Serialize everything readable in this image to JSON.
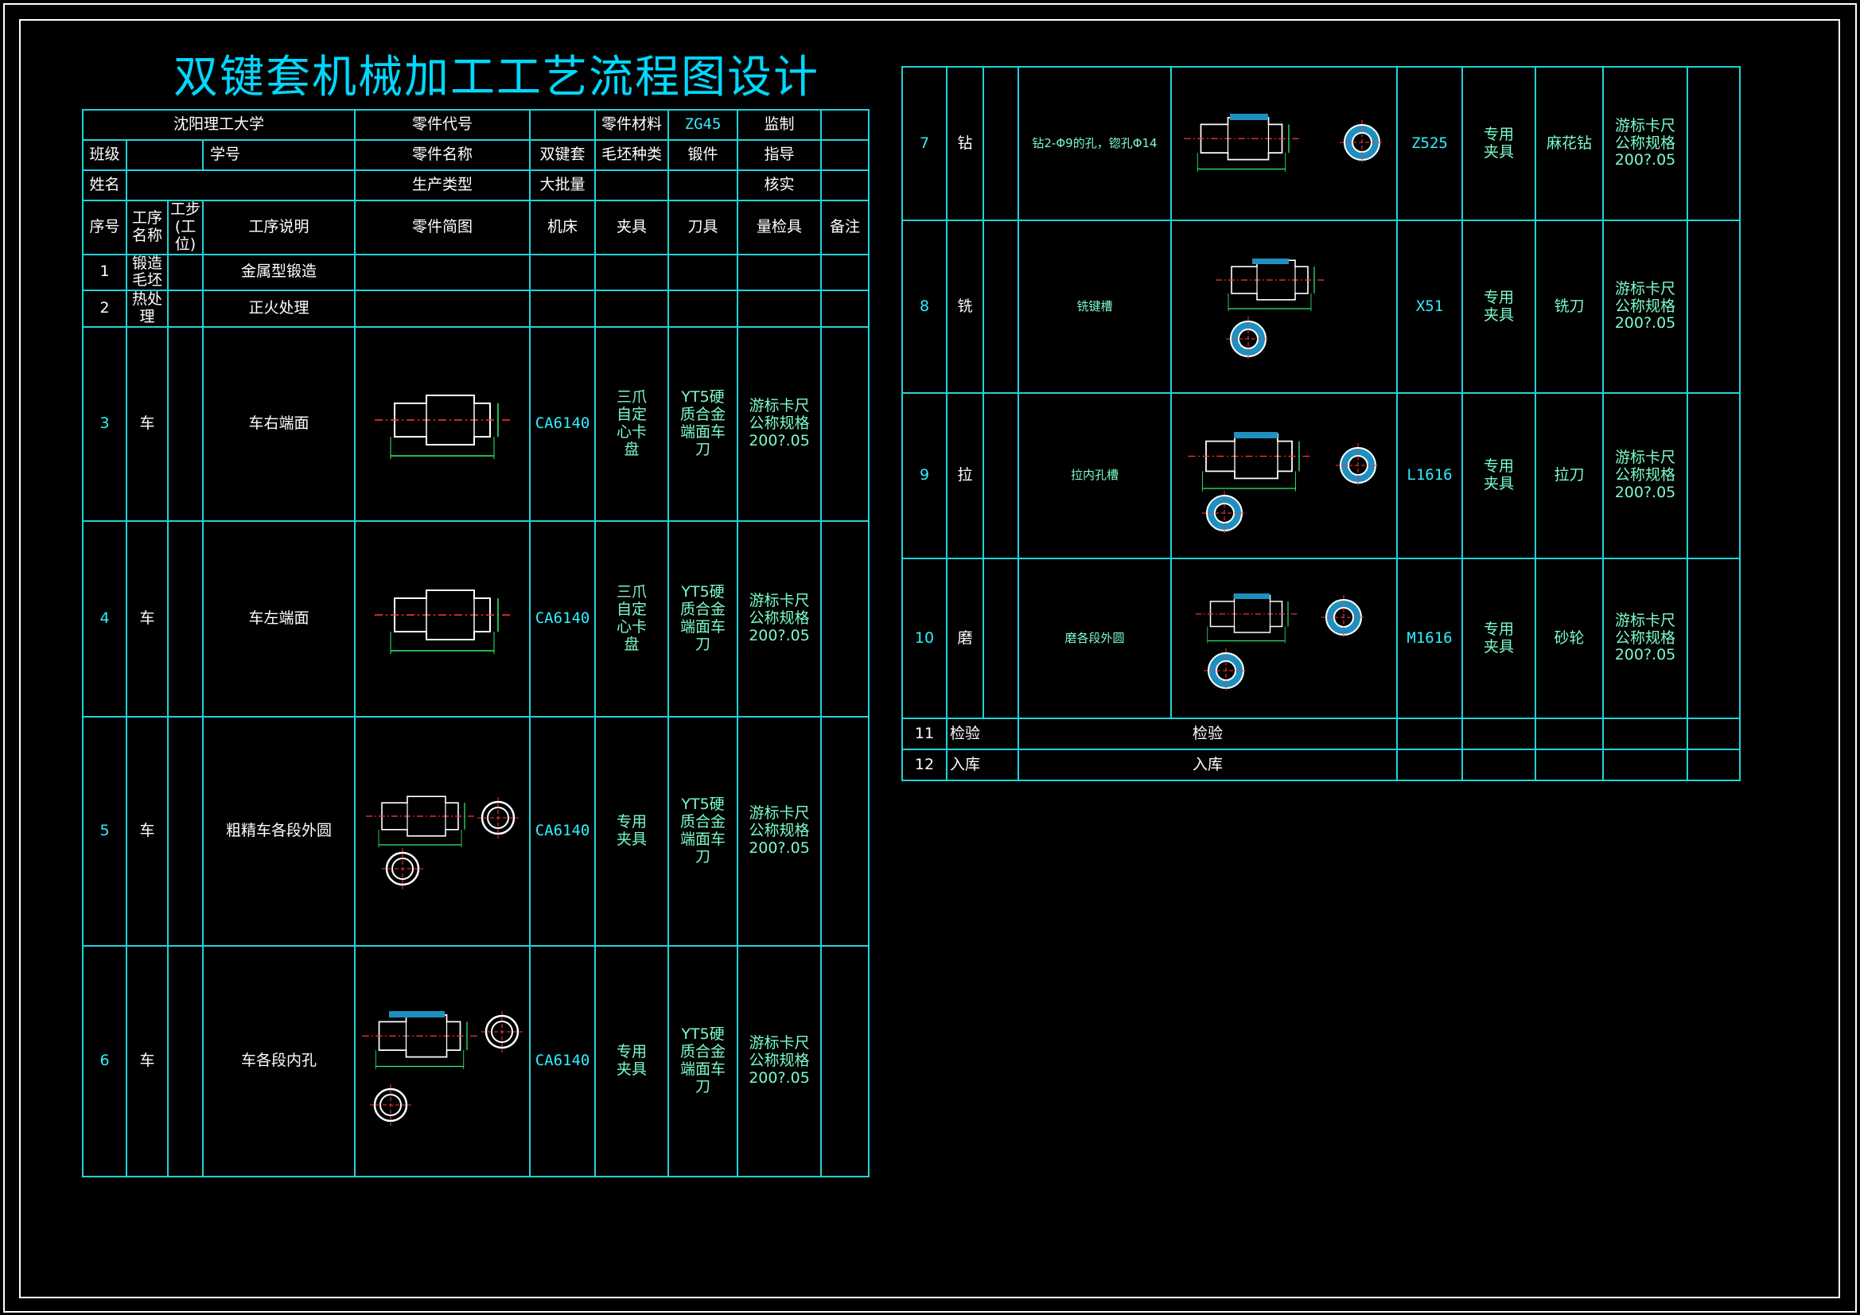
{
  "title": "双键套机械加工工艺流程图设计",
  "colors": {
    "line": "#21d3d8",
    "cyan": "#2ef0ff",
    "white": "#ffffff",
    "green": "#7cfcc8",
    "background": "#000000"
  },
  "header": {
    "university": "沈阳理工大学",
    "part_code_label": "零件代号",
    "part_material_label": "零件材料",
    "part_material": "ZG45",
    "supervise_label": "监制",
    "class_label": "班级",
    "student_no_label": "学号",
    "part_name_label": "零件名称",
    "part_name": "双键套",
    "blank_type_label": "毛坯种类",
    "blank_type": "锻件",
    "guide_label": "指导",
    "name_label": "姓名",
    "production_type_label": "生产类型",
    "production_type": "大批量",
    "verify_label": "核实"
  },
  "columns": {
    "seq": "序号",
    "process_name": "工序名称",
    "step": "工步(工位)",
    "desc": "工序说明",
    "sketch": "零件简图",
    "machine": "机床",
    "fixture": "夹具",
    "tool": "刀具",
    "gauge": "量检具",
    "remark": "备注"
  },
  "left_rows": [
    {
      "seq": "1",
      "name": "锻造毛坯",
      "desc": "金属型锻造",
      "machine": "",
      "fixture": "",
      "tool": "",
      "gauge": ""
    },
    {
      "seq": "2",
      "name": "热处理",
      "desc": "正火处理",
      "machine": "",
      "fixture": "",
      "tool": "",
      "gauge": ""
    },
    {
      "seq": "3",
      "name": "车",
      "desc": "车右端面",
      "machine": "CA6140",
      "fixture": "三爪自定心卡盘",
      "tool": "YT5硬质合金端面车刀",
      "gauge": "游标卡尺公称规格200?.05"
    },
    {
      "seq": "4",
      "name": "车",
      "desc": "车左端面",
      "machine": "CA6140",
      "fixture": "三爪自定心卡盘",
      "tool": "YT5硬质合金端面车刀",
      "gauge": "游标卡尺公称规格200?.05"
    },
    {
      "seq": "5",
      "name": "车",
      "desc": "粗精车各段外圆",
      "machine": "CA6140",
      "fixture": "专用夹具",
      "tool": "YT5硬质合金端面车刀",
      "gauge": "游标卡尺公称规格200?.05"
    },
    {
      "seq": "6",
      "name": "车",
      "desc": "车各段内孔",
      "machine": "CA6140",
      "fixture": "专用夹具",
      "tool": "YT5硬质合金端面车刀",
      "gauge": "游标卡尺公称规格200?.05"
    }
  ],
  "right_rows": [
    {
      "seq": "7",
      "name": "钻",
      "desc": "钻2-Φ9的孔，锪孔Φ14",
      "machine": "Z525",
      "fixture": "专用夹具",
      "tool": "麻花钻",
      "gauge": "游标卡尺公称规格200?.05"
    },
    {
      "seq": "8",
      "name": "铣",
      "desc": "铣键槽",
      "machine": "X51",
      "fixture": "专用夹具",
      "tool": "铣刀",
      "gauge": "游标卡尺公称规格200?.05"
    },
    {
      "seq": "9",
      "name": "拉",
      "desc": "拉内孔槽",
      "machine": "L1616",
      "fixture": "专用夹具",
      "tool": "拉刀",
      "gauge": "游标卡尺公称规格200?.05"
    },
    {
      "seq": "10",
      "name": "磨",
      "desc": "磨各段外圆",
      "machine": "M1616",
      "fixture": "专用夹具",
      "tool": "砂轮",
      "gauge": "游标卡尺公称规格200?.05"
    },
    {
      "seq": "11",
      "name": "检验",
      "desc": "检验"
    },
    {
      "seq": "12",
      "name": "入库",
      "desc": "入库"
    }
  ]
}
